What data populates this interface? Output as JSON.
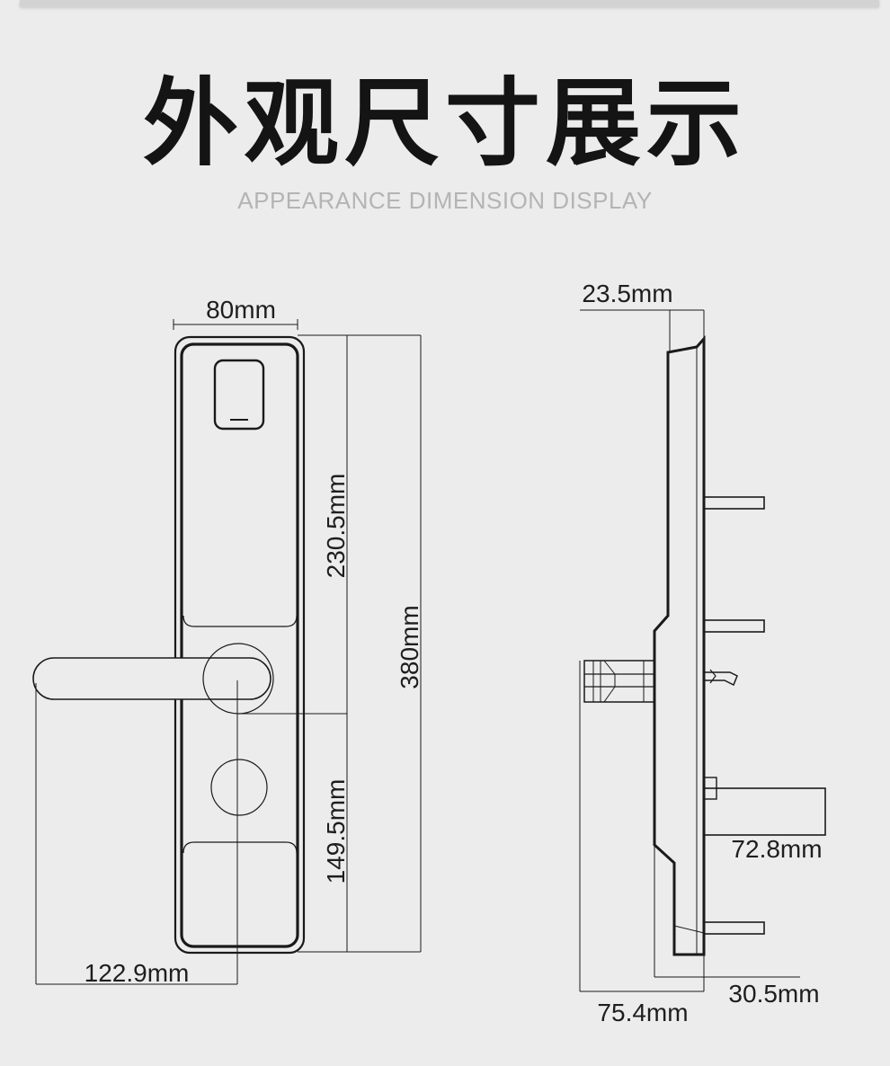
{
  "title": "外观尺寸展示",
  "subtitle": "APPEARANCE DIMENSION DISPLAY",
  "front_view": {
    "width": "80mm",
    "upper_height": "230.5mm",
    "total_height": "380mm",
    "lower_height": "149.5mm",
    "handle_length": "122.9mm"
  },
  "side_view": {
    "panel_thickness": "23.5mm",
    "spindle_length": "72.8mm",
    "depth": "30.5mm",
    "total_depth": "75.4mm"
  },
  "colors": {
    "background": "#ececec",
    "line": "#1a1a1a",
    "title": "#141414",
    "subtitle": "#b4b4b4"
  }
}
